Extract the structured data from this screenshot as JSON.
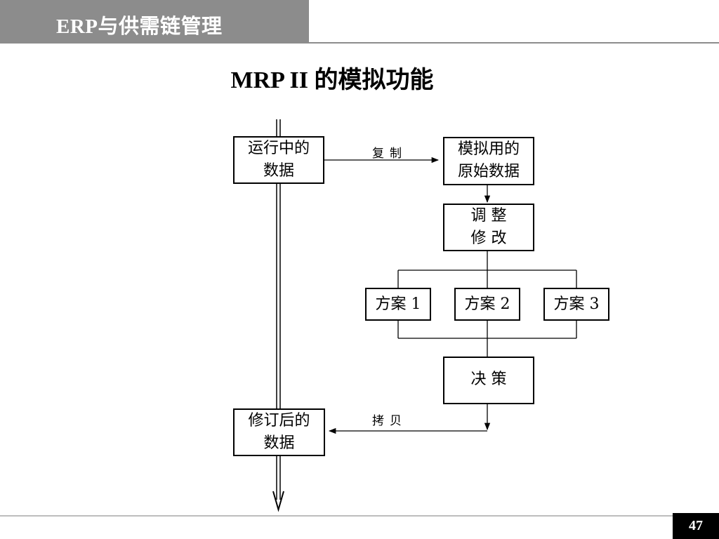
{
  "header": {
    "title": "ERP与供需链管理"
  },
  "slide": {
    "title": "MRP II 的模拟功能",
    "page_number": "47"
  },
  "diagram": {
    "boxes": {
      "running_data": [
        "运行中的",
        "数据"
      ],
      "sim_original": [
        "模拟用的",
        "原始数据"
      ],
      "adjust": [
        "调 整",
        "修 改"
      ],
      "plan1": "方案 1",
      "plan2": "方案 2",
      "plan3": "方案 3",
      "decision": "决 策",
      "revised_data": [
        "修订后的",
        "数据"
      ]
    },
    "edges": {
      "copy_label": "复制",
      "transfer_label": "拷贝"
    }
  }
}
